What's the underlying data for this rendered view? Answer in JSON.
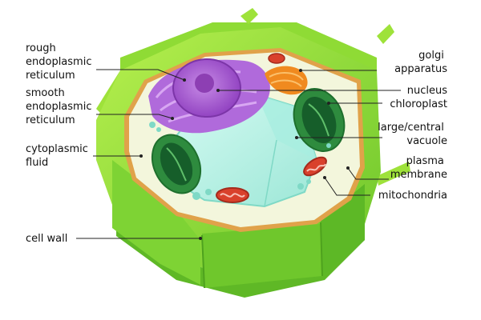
{
  "colors": {
    "cell_wall_light": "#9EE23A",
    "cell_wall_mid": "#74C52B",
    "cell_wall_dark": "#3E9A1E",
    "membrane": "#E0A24A",
    "cytoplasm": "#F3F6DC",
    "vacuole": "#BDF0E6",
    "vacuole_edge": "#7FD9C6",
    "nucleus": "#A458CF",
    "nucleolus": "#8D3FB3",
    "golgi": "#F08A1F",
    "chloroplast_outer": "#2E8B3E",
    "chloroplast_inner": "#165E2A",
    "mitochondria": "#D9412C"
  },
  "labels": {
    "rough_er": [
      "rough",
      "endoplasmic",
      "reticulum"
    ],
    "smooth_er": [
      "smooth",
      "endoplasmic",
      "reticulum"
    ],
    "cytoplasmic_fluid": [
      "cytoplasmic",
      "fluid"
    ],
    "cell_wall": [
      "cell wall"
    ],
    "golgi": [
      "golgi",
      "apparatus"
    ],
    "nucleus": [
      "nucleus"
    ],
    "chloroplast": [
      "chloroplast"
    ],
    "vacuole": [
      "large/central",
      "vacuole"
    ],
    "plasma_membrane": [
      "plasma",
      "membrane"
    ],
    "mitochondria": [
      "mitochondria"
    ]
  }
}
